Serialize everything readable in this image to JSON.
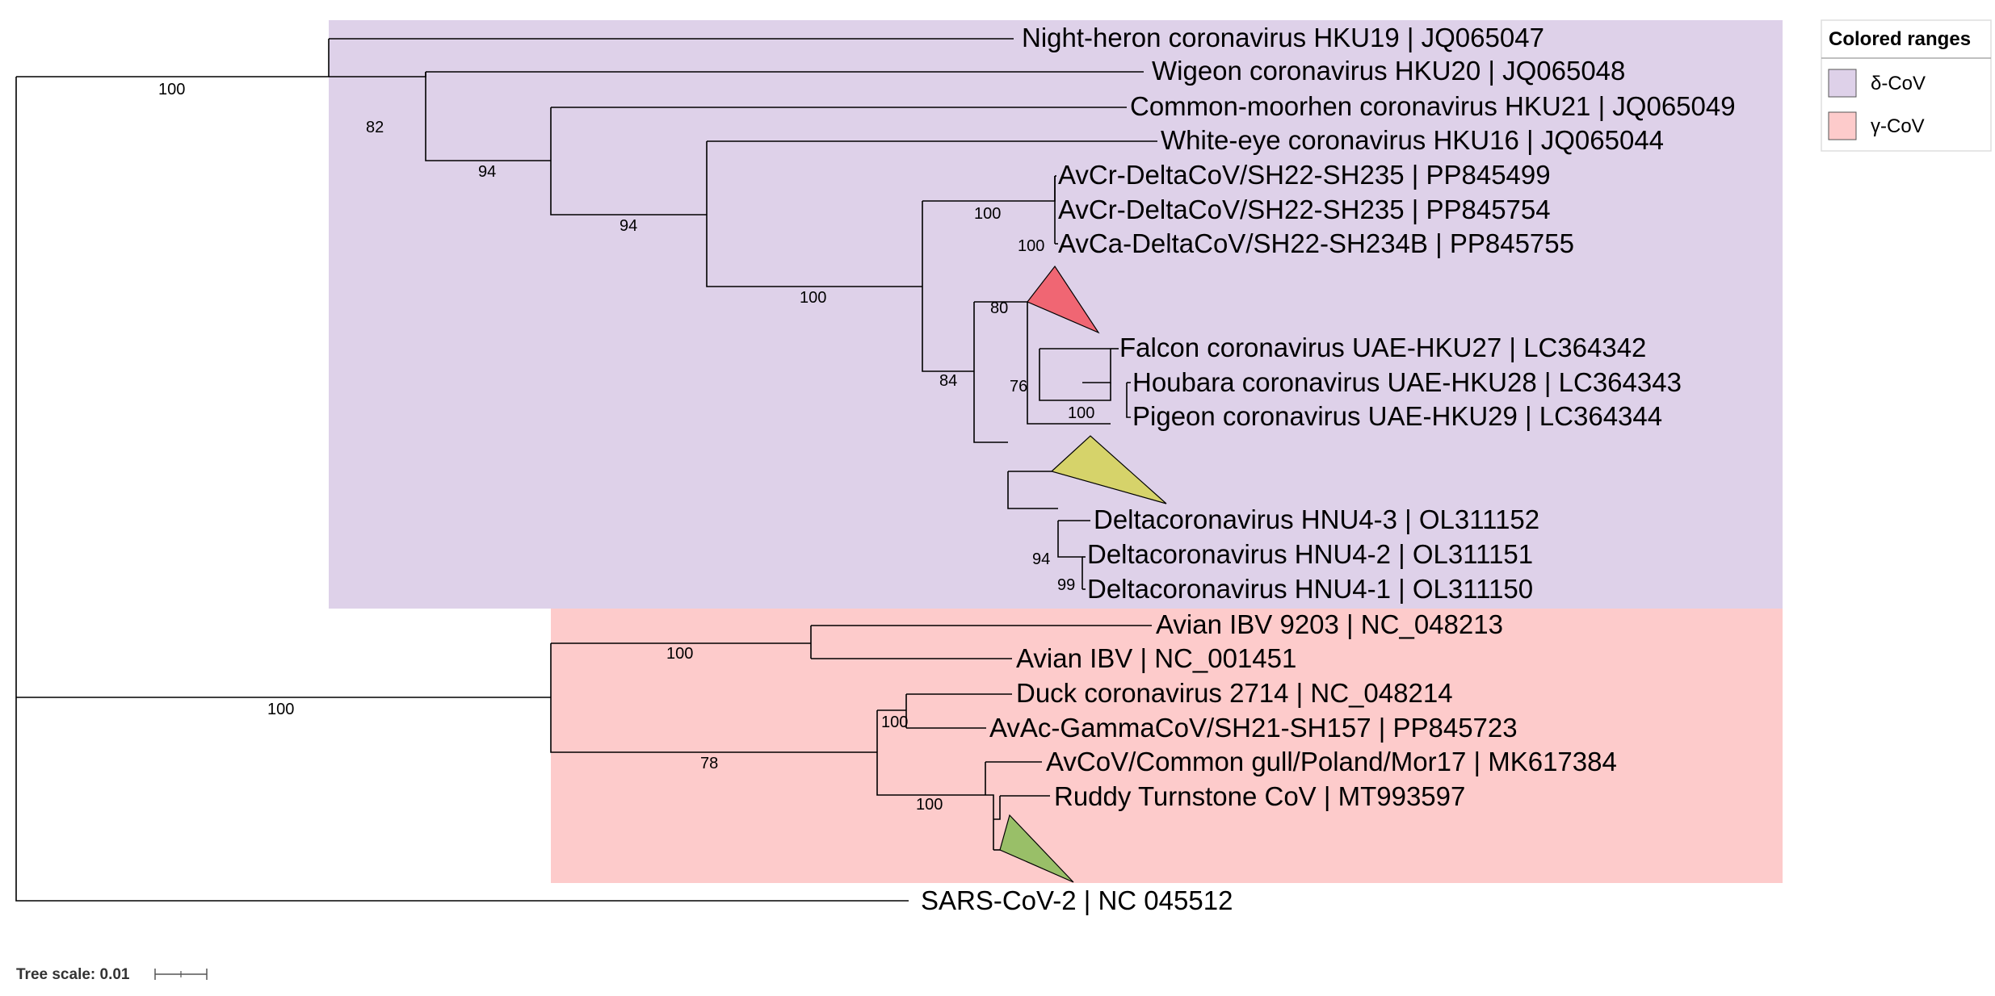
{
  "colors": {
    "delta_range": "#ded1e9",
    "gamma_range": "#fdcbcb",
    "collapsed_red": "#f06673",
    "collapsed_yellow": "#d6d36a",
    "collapsed_green": "#99bf68",
    "branch": "#000000"
  },
  "legend": {
    "title": "Colored ranges",
    "items": [
      {
        "label": "δ-CoV",
        "color": "#ded1e9"
      },
      {
        "label": "γ-CoV",
        "color": "#fdcbcb"
      }
    ]
  },
  "tree_scale": {
    "label": "Tree scale: 0.01",
    "value": 0.01
  },
  "leaves": [
    {
      "name": "Night-heron coronavirus HKU19",
      "accession": "JQ065047"
    },
    {
      "name": "Wigeon coronavirus HKU20",
      "accession": "JQ065048"
    },
    {
      "name": "Common-moorhen coronavirus HKU21",
      "accession": "JQ065049"
    },
    {
      "name": "White-eye coronavirus HKU16",
      "accession": "JQ065044"
    },
    {
      "name": "AvCr-DeltaCoV/SH22-SH235",
      "accession": "PP845499"
    },
    {
      "name": "AvCr-DeltaCoV/SH22-SH235",
      "accession": "PP845754"
    },
    {
      "name": "AvCa-DeltaCoV/SH22-SH234B",
      "accession": "PP845755"
    },
    {
      "name": "Falcon coronavirus UAE-HKU27",
      "accession": "LC364342"
    },
    {
      "name": "Houbara coronavirus UAE-HKU28",
      "accession": "LC364343"
    },
    {
      "name": "Pigeon coronavirus UAE-HKU29",
      "accession": "LC364344"
    },
    {
      "name": "Deltacoronavirus HNU4-3",
      "accession": "OL311152"
    },
    {
      "name": "Deltacoronavirus HNU4-2",
      "accession": "OL311151"
    },
    {
      "name": "Deltacoronavirus HNU4-1",
      "accession": "OL311150"
    },
    {
      "name": "Avian IBV 9203",
      "accession": "NC_048213"
    },
    {
      "name": "Avian IBV",
      "accession": "NC_001451"
    },
    {
      "name": "Duck coronavirus 2714",
      "accession": "NC_048214"
    },
    {
      "name": "AvAc-GammaCoV/SH21-SH157",
      "accession": "PP845723"
    },
    {
      "name": "AvCoV/Common gull/Poland/Mor17",
      "accession": "MK617384"
    },
    {
      "name": "Ruddy Turnstone CoV",
      "accession": "MT993597"
    },
    {
      "name": "SARS-CoV-2",
      "accession": "NC 045512"
    }
  ],
  "bootstrap": [
    "100",
    "82",
    "94",
    "94",
    "100",
    "100",
    "100",
    "80",
    "84",
    "76",
    "100",
    "94",
    "99",
    "100",
    "100",
    "78",
    "100",
    "100"
  ]
}
